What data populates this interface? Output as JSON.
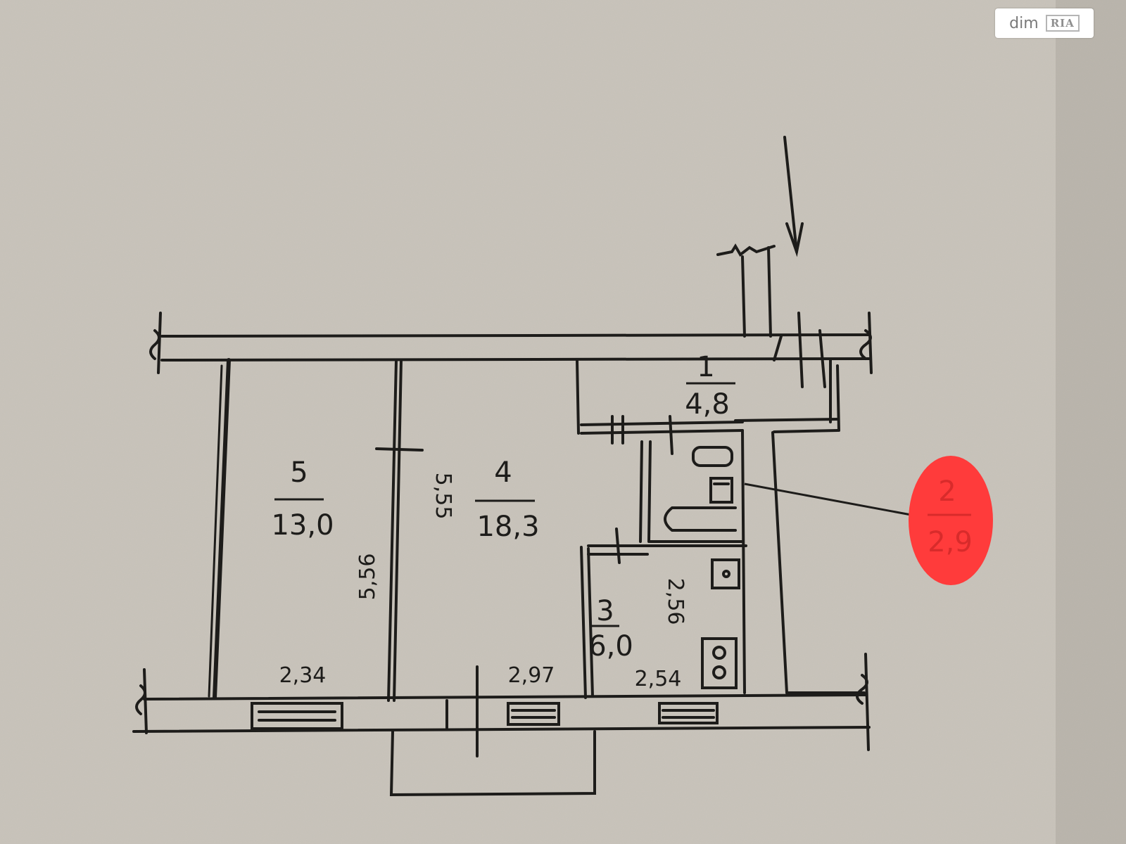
{
  "watermark": {
    "brand": "dim",
    "badge": "RIA"
  },
  "rooms": [
    {
      "id": "room-5",
      "number": "5",
      "area": "13,0"
    },
    {
      "id": "room-4",
      "number": "4",
      "area": "18,3"
    },
    {
      "id": "room-3",
      "number": "3",
      "area": "6,0"
    },
    {
      "id": "room-1",
      "number": "1",
      "area": "4,8"
    },
    {
      "id": "room-2",
      "number": "2",
      "area": "2,9"
    }
  ],
  "dimensions": {
    "room5_width": "2,34",
    "room4_width": "2,97",
    "room3_width": "2,54",
    "room5_length": "5,56",
    "room4_length": "5,55",
    "room3_length": "2,56"
  },
  "colors": {
    "highlight": "#ff3b3b",
    "ink": "#1d1c1a",
    "paper": "#c9c4bb"
  }
}
